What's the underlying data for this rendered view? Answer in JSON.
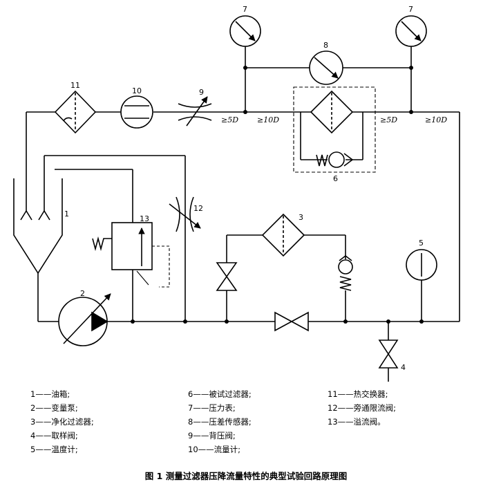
{
  "components": [
    {
      "num": "1",
      "name": "油箱;"
    },
    {
      "num": "2",
      "name": "变量泵;"
    },
    {
      "num": "3",
      "name": "净化过滤器;"
    },
    {
      "num": "4",
      "name": "取样阀;"
    },
    {
      "num": "5",
      "name": "温度计;"
    },
    {
      "num": "6",
      "name": "被试过滤器;"
    },
    {
      "num": "7",
      "name": "压力表;"
    },
    {
      "num": "8",
      "name": "压差传感器;"
    },
    {
      "num": "9",
      "name": "背压阀;"
    },
    {
      "num": "10",
      "name": "流量计;"
    },
    {
      "num": "11",
      "name": "热交换器;"
    },
    {
      "num": "12",
      "name": "旁通限流阀;"
    },
    {
      "num": "13",
      "name": "溢流阀。"
    }
  ],
  "dims": {
    "d5": "≥5D",
    "d10": "≥10D"
  },
  "caption": "图 1  测量过滤器压降流量特性的典型试验回路原理图"
}
